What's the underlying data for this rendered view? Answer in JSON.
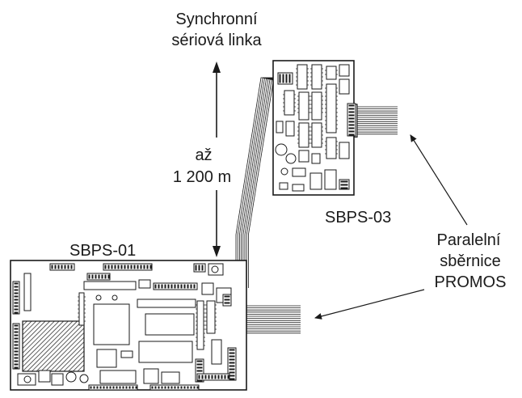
{
  "labels": {
    "sync_line": [
      "Synchronní",
      "sériová linka"
    ],
    "distance": [
      "až",
      "1 200 m"
    ],
    "board_remote": "SBPS-03",
    "board_main": "SBPS-01",
    "parallel_bus": [
      "Paralelní",
      "sběrnice",
      "PROMOS"
    ]
  },
  "colors": {
    "ink": "#1a1a1a",
    "board_fill": "#ffffff",
    "cable": "#333333"
  }
}
